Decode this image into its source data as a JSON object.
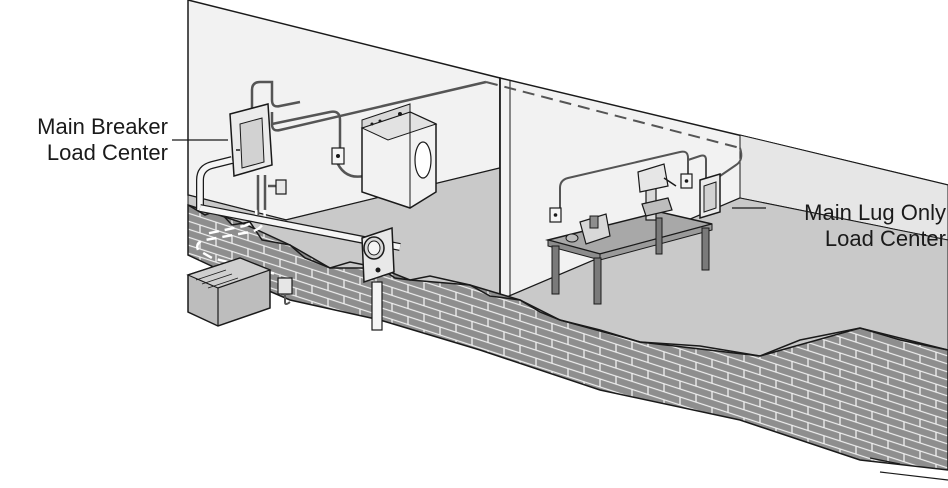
{
  "labels": {
    "main_breaker": {
      "line1": "Main Breaker",
      "line2": "Load Center"
    },
    "main_lug": {
      "line1": "Main Lug Only",
      "line2": "Load Center"
    }
  },
  "colors": {
    "floor": "#c9c9c9",
    "wall": "#f2f2f2",
    "brick": "#8e8e8e",
    "brick_mortar": "#efefef",
    "outline": "#1a1a1a",
    "wire": "#555555"
  }
}
